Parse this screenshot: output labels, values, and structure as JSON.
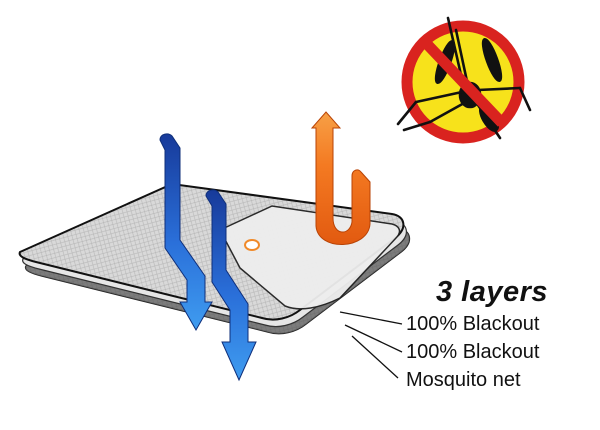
{
  "heading": "3 layers",
  "layers": [
    "100% Blackout",
    "100% Blackout",
    "Mosquito net"
  ],
  "badge": {
    "icon": "no-mosquito-icon",
    "fill": "#f7e21b",
    "ring": "#d9231f"
  },
  "arrows": {
    "down_color": "#1f5fd6",
    "up_color": "#f26a1b"
  }
}
